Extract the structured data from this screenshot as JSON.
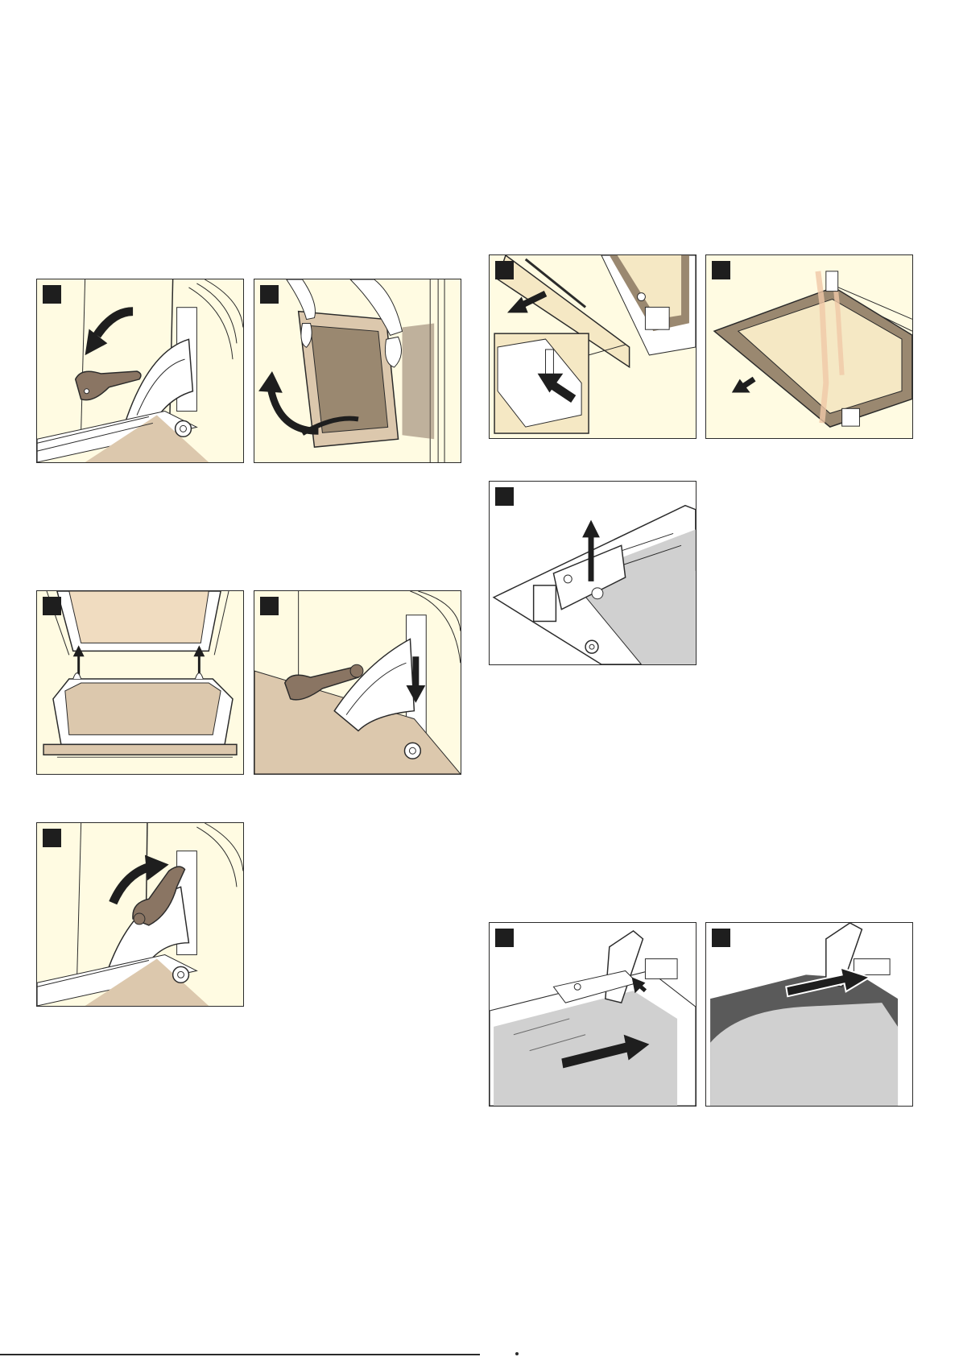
{
  "page": {
    "background": "#ffffff",
    "panel_fill": "#fffbe2",
    "frame_color": "#2b2b2b"
  },
  "colors": {
    "hinge_brown": "#8a7563",
    "tray_tan": "#dcc8ad",
    "glass_cream": "#f5e8c4",
    "glass_frame_brown": "#9a8870",
    "sheet_grey": "#d0d0d0",
    "dark_grey": "#6b6b6b"
  },
  "figures": [
    {
      "id": "fig-1",
      "label": "",
      "description_icon": "hinge-lever-down-icon"
    },
    {
      "id": "fig-2",
      "label": "",
      "description_icon": "lift-door-off-icon"
    },
    {
      "id": "fig-3",
      "label": "",
      "description_icon": "insert-door-hinges-icon"
    },
    {
      "id": "fig-4",
      "label": "",
      "description_icon": "push-hinge-down-icon"
    },
    {
      "id": "fig-5",
      "label": "",
      "description_icon": "hinge-lever-up-icon"
    },
    {
      "id": "fig-6",
      "label": "",
      "description_icon": "remove-cover-strip-icon"
    },
    {
      "id": "fig-7",
      "label": "",
      "description_icon": "pull-out-glass-pane-icon"
    },
    {
      "id": "fig-8",
      "label": "",
      "description_icon": "lift-bracket-icon"
    },
    {
      "id": "fig-9",
      "label": "",
      "description_icon": "slide-in-pane-icon"
    },
    {
      "id": "fig-10",
      "label": "",
      "description_icon": "push-pane-into-holder-icon"
    }
  ]
}
